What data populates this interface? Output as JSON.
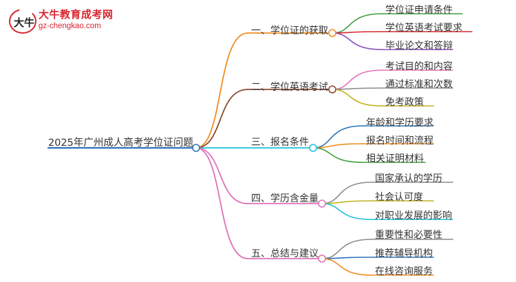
{
  "logo": {
    "title": "大牛教育成考网",
    "url": "gz-chengkao.com",
    "mark_text": "大牛"
  },
  "root": {
    "label": "2025年广州成人高考学位证问题",
    "color": "#2b73b8"
  },
  "branches": [
    {
      "label": "一、学位证的获取",
      "color": "#f08c1e",
      "children": [
        {
          "label": "学位证申请条件",
          "color": "#3e9d3a"
        },
        {
          "label": "学位英语考试要求",
          "color": "#d8262f"
        },
        {
          "label": "毕业论文和答辩",
          "color": "#8a4fbf"
        }
      ]
    },
    {
      "label": "二、学位英语考试",
      "color": "#8b4a2b",
      "children": [
        {
          "label": "考试目的和内容",
          "color": "#e070b8"
        },
        {
          "label": "通过标准和次数",
          "color": "#8a8a8a"
        },
        {
          "label": "免考政策",
          "color": "#c4b21e"
        }
      ]
    },
    {
      "label": "三、报名条件",
      "color": "#1ec0d8",
      "children": [
        {
          "label": "年龄和学历要求",
          "color": "#2b73b8"
        },
        {
          "label": "报名时间和流程",
          "color": "#f08c1e"
        },
        {
          "label": "相关证明材料",
          "color": "#3e9d3a"
        }
      ]
    },
    {
      "label": "四、学历含金量",
      "color": "#e070b8",
      "children": [
        {
          "label": "国家承认的学历",
          "color": "#8a8a8a"
        },
        {
          "label": "社会认可度",
          "color": "#c4b21e"
        },
        {
          "label": "对职业发展的影响",
          "color": "#1ec0d8"
        }
      ]
    },
    {
      "label": "五、总结与建议",
      "color": "#e070b8",
      "children": [
        {
          "label": "重要性和必要性",
          "color": "#8a8a8a"
        },
        {
          "label": "推荐辅导机构",
          "color": "#2b73b8"
        },
        {
          "label": "在线咨询服务",
          "color": "#f08c1e"
        }
      ]
    }
  ]
}
